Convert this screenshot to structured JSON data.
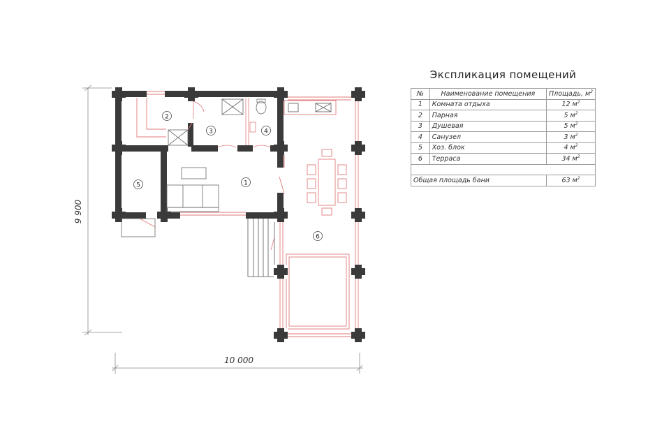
{
  "plan": {
    "dimension_width": "10 000",
    "dimension_height": "9 900",
    "room_labels": [
      "1",
      "2",
      "3",
      "4",
      "5",
      "6"
    ]
  },
  "explication": {
    "title": "Экспликация помещений",
    "headers": {
      "num": "№",
      "name": "Наименование помещения",
      "area": "Площадь, м",
      "area_sup": "2"
    },
    "rows": [
      {
        "num": "1",
        "name": "Комната отдыха",
        "area": "12 м",
        "sup": "2"
      },
      {
        "num": "2",
        "name": "Парная",
        "area": "5 м",
        "sup": "2"
      },
      {
        "num": "3",
        "name": "Душевая",
        "area": "5 м",
        "sup": "2"
      },
      {
        "num": "4",
        "name": "Санузел",
        "area": "3 м",
        "sup": "2"
      },
      {
        "num": "5",
        "name": "Хоз. блок",
        "area": "4 м",
        "sup": "2"
      },
      {
        "num": "6",
        "name": "Терраса",
        "area": "34 м",
        "sup": "2"
      }
    ],
    "total": {
      "name": "Общая площадь бани",
      "area": "63 м",
      "sup": "2"
    }
  },
  "colors": {
    "wall": "#3a3a3a",
    "red": "#e07a78",
    "line": "#8a8a8a"
  }
}
